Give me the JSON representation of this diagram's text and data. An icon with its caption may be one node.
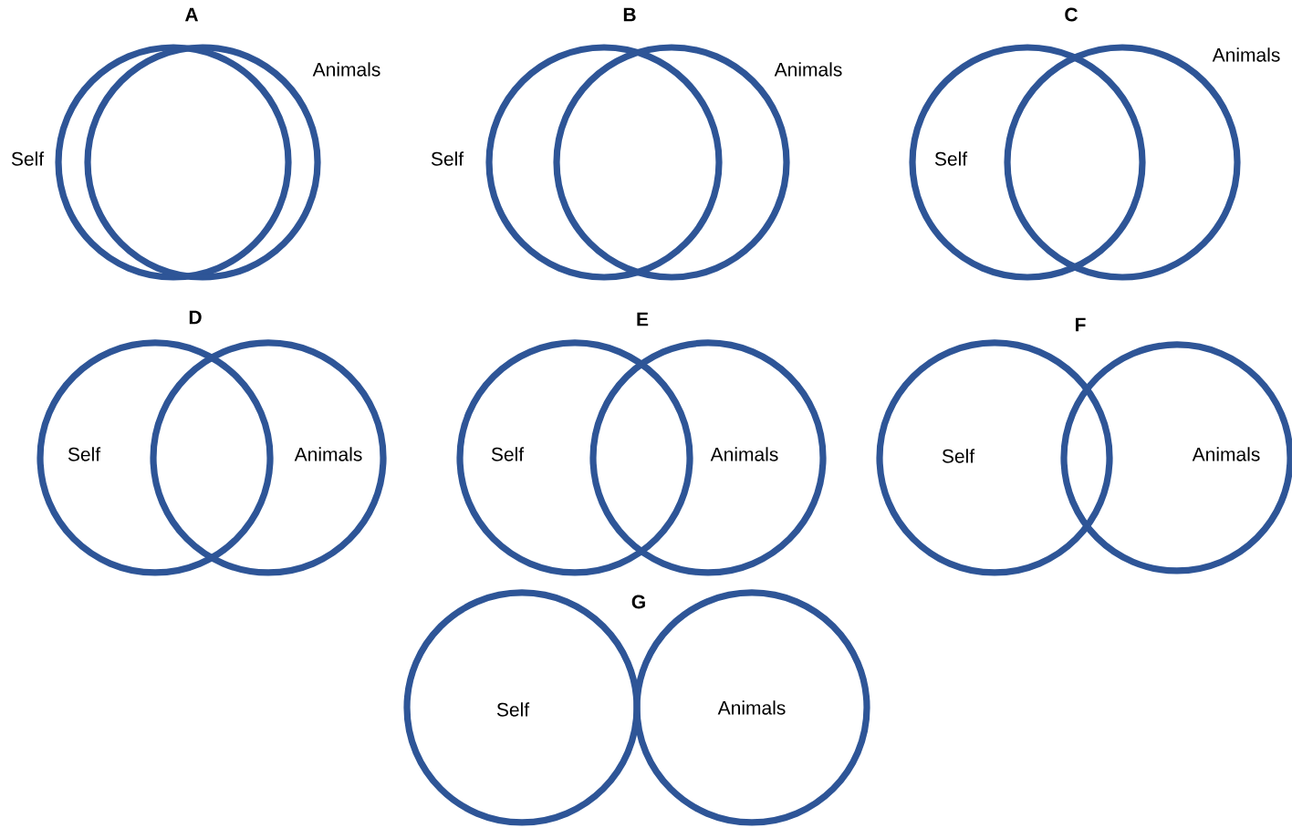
{
  "diagram": {
    "nodes": [
      {
        "text": [
          "Self"
        ]
      },
      {
        "text": [
          "Animals"
        ]
      },
      {
        "text": [
          "Self"
        ]
      },
      {
        "text": [
          "Animals"
        ]
      },
      {
        "text": [
          "Self"
        ]
      },
      {
        "text": [
          "Animals"
        ]
      },
      {
        "text": [
          "Self"
        ]
      },
      {
        "text": [
          "Animals"
        ]
      },
      {
        "text": [
          "Self"
        ]
      },
      {
        "text": [
          "Animals"
        ]
      },
      {
        "text": [
          "Self"
        ]
      },
      {
        "text": [
          "Animals"
        ]
      },
      {
        "text": [
          "Self"
        ]
      },
      {
        "text": [
          "Animals"
        ]
      }
    ],
    "labels": [
      "A",
      "B",
      "C",
      "D",
      "E",
      "F",
      "G"
    ]
  }
}
